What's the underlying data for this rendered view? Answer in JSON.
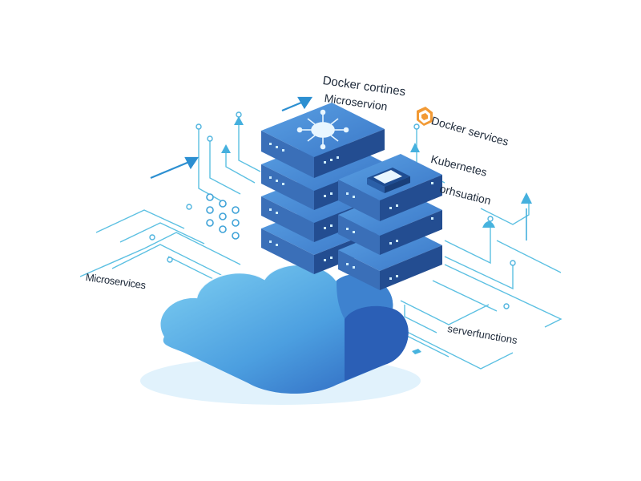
{
  "labels": {
    "docker_containers": "Docker cortines",
    "microservices_top": "Microservion",
    "docker_services": "Docker services",
    "kubernetes": "Kubernetes",
    "orchestration": "orhsuation",
    "microservices_left": "Microservices",
    "server_functions": "serverfunctions"
  },
  "colors": {
    "server_top": "#4f8fd6",
    "server_side_light": "#3a6fb8",
    "server_side_dark": "#234d91",
    "cloud_light": "#6fc3ec",
    "cloud_dark": "#2f6fc4",
    "circuit_line": "#58bde0",
    "arrow": "#2b8fd0",
    "docker_icon": "#f08a24",
    "led": "#bfe8ff"
  },
  "icons": [
    "network-hub-icon",
    "docker-box-icon",
    "up-arrow-icon",
    "circuit-node-icon"
  ]
}
